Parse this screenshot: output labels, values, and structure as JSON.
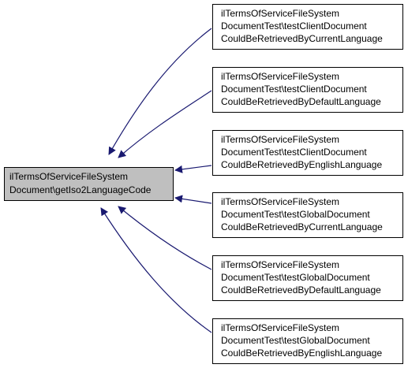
{
  "colors": {
    "edge": "#191970",
    "node_border": "#000000",
    "root_fill": "#bfbfbf",
    "node_fill": "#ffffff",
    "text": "#000000"
  },
  "root": {
    "lines": [
      "ilTermsOfServiceFileSystem",
      "Document\\getIso2LanguageCode"
    ]
  },
  "callers": [
    {
      "lines": [
        "ilTermsOfServiceFileSystem",
        "DocumentTest\\testClientDocument",
        "CouldBeRetrievedByCurrentLanguage"
      ]
    },
    {
      "lines": [
        "ilTermsOfServiceFileSystem",
        "DocumentTest\\testClientDocument",
        "CouldBeRetrievedByDefaultLanguage"
      ]
    },
    {
      "lines": [
        "ilTermsOfServiceFileSystem",
        "DocumentTest\\testClientDocument",
        "CouldBeRetrievedByEnglishLanguage"
      ]
    },
    {
      "lines": [
        "ilTermsOfServiceFileSystem",
        "DocumentTest\\testGlobalDocument",
        "CouldBeRetrievedByCurrentLanguage"
      ]
    },
    {
      "lines": [
        "ilTermsOfServiceFileSystem",
        "DocumentTest\\testGlobalDocument",
        "CouldBeRetrievedByDefaultLanguage"
      ]
    },
    {
      "lines": [
        "ilTermsOfServiceFileSystem",
        "DocumentTest\\testGlobalDocument",
        "CouldBeRetrievedByEnglishLanguage"
      ]
    }
  ]
}
